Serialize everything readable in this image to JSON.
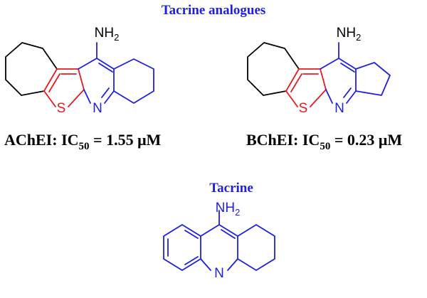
{
  "headings": {
    "analogues": "Tacrine analogues",
    "tacrine": "Tacrine"
  },
  "atoms": {
    "amine": "NH",
    "amine_sub": "2",
    "sulfur": "S",
    "nitrogen": "N"
  },
  "activities": {
    "left": {
      "prefix": "AChEI: IC",
      "sub": "50",
      "value": " = 1.55 μM"
    },
    "right": {
      "prefix": "BChEI: IC",
      "sub": "50",
      "value": " = 0.23 μM"
    }
  },
  "colors": {
    "heading": "#1f1fe0",
    "core_bonds": "#1f1fe0",
    "thiophene_bonds": "#e8191f",
    "text": "#000000"
  }
}
